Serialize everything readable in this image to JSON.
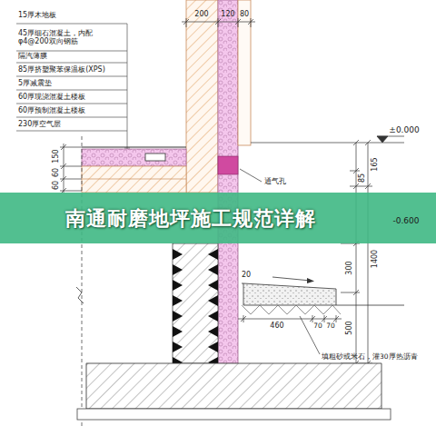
{
  "diagram": {
    "title": "南通耐磨地坪施工规范详解",
    "labels": [
      "15厚木地板",
      "45厚细石混凝土，内配 φ4@200双向钢筋",
      "隔汽薄膜",
      "85厚挤塑聚苯保温板(XPS)",
      "5厚减震垫",
      "60厚现浇混凝土楼板",
      "60厚预制混凝土楼板",
      "230厚空气层",
      "200",
      "120",
      "80",
      "±0.000",
      "165",
      "85",
      "150",
      "60",
      "60",
      "通气孔",
      "-0.600",
      "300",
      "1400",
      "500",
      "20",
      "460",
      "70",
      "70",
      "填粗砂或米石，灌30厚热沥青"
    ]
  }
}
